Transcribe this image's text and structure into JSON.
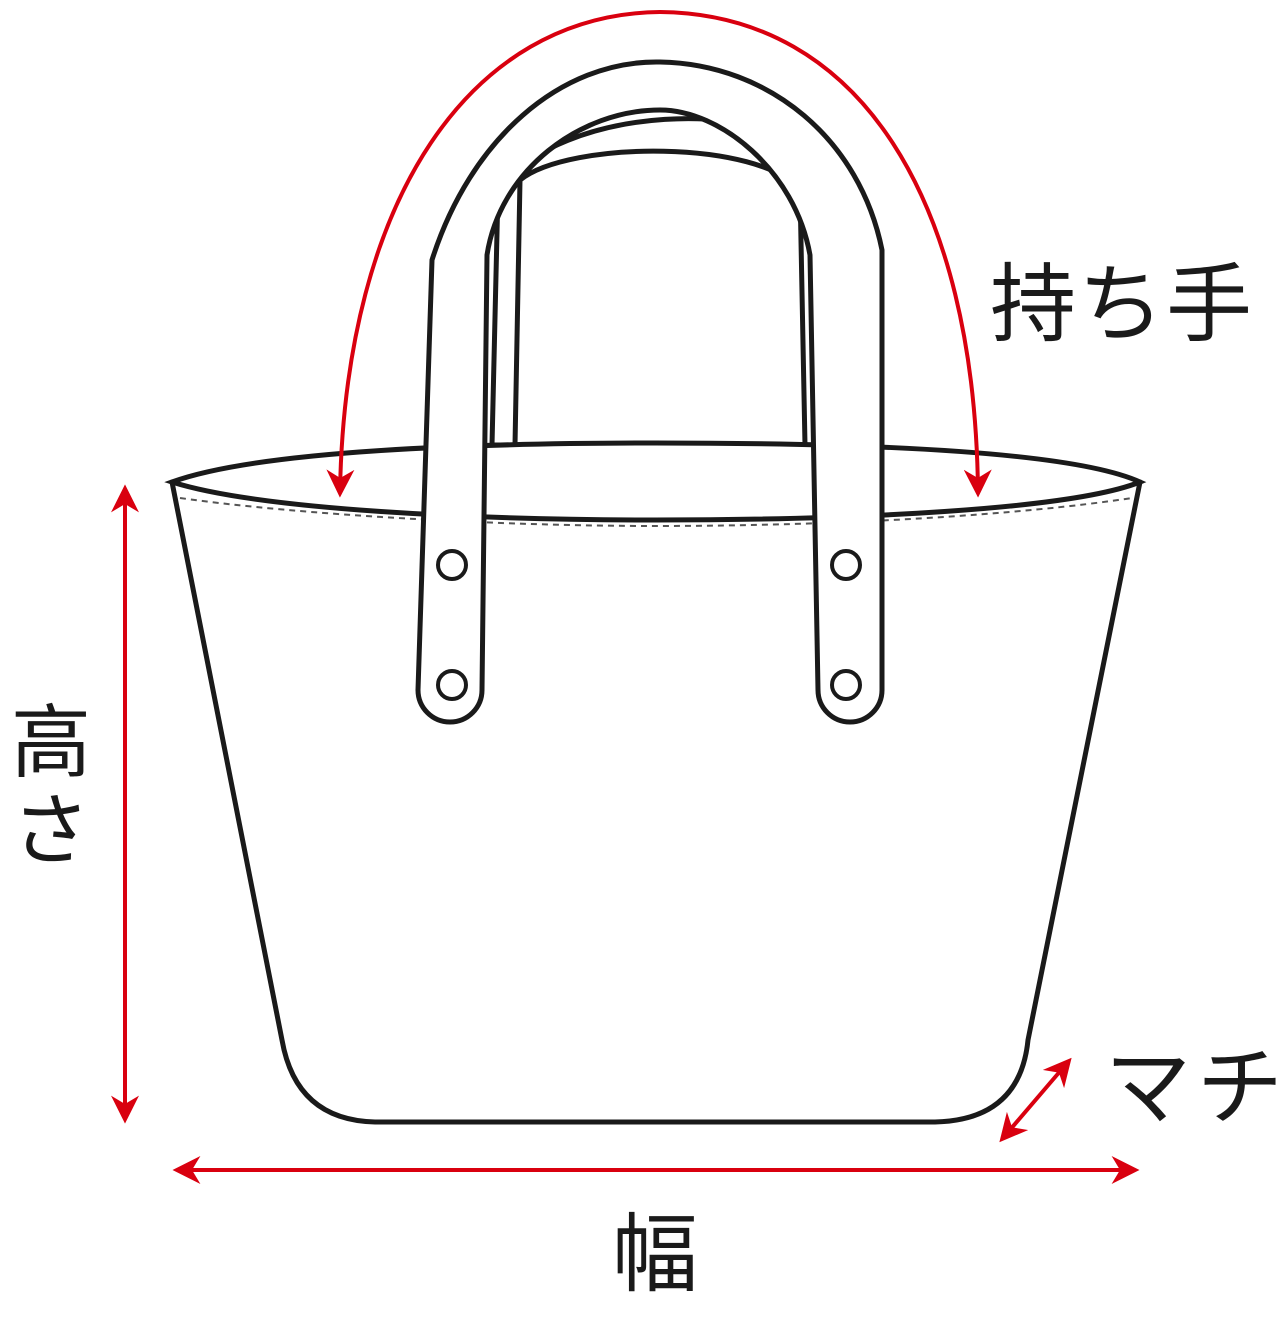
{
  "labels": {
    "handle": "持ち手",
    "height": "高さ",
    "width": "幅",
    "gusset": "マチ"
  },
  "colors": {
    "outline": "#1a1a1a",
    "dimension_arrow": "#d9000f",
    "fill": "#ffffff"
  }
}
